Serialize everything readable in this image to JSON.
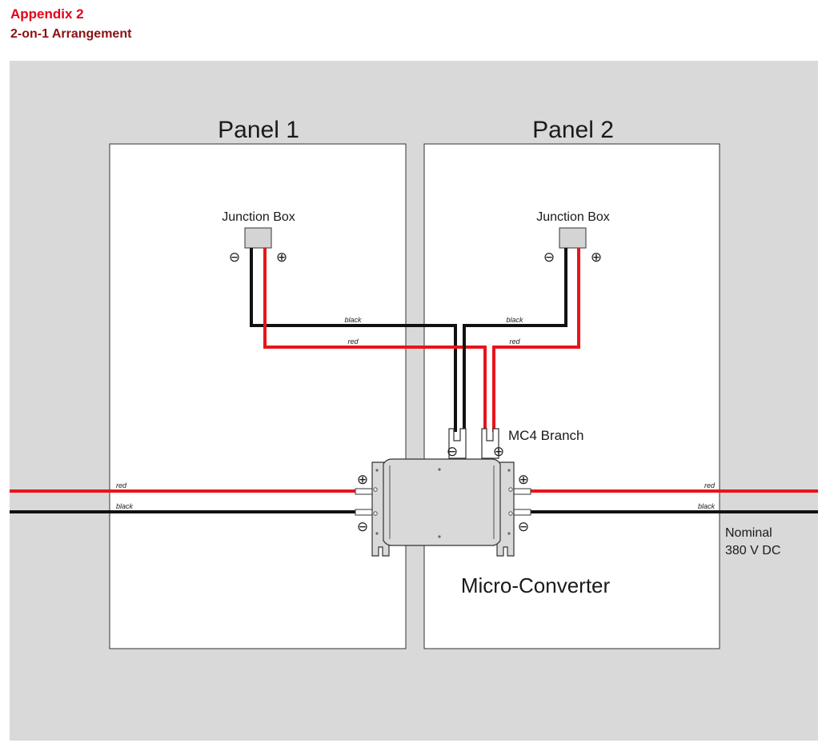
{
  "header": {
    "title": "Appendix 2",
    "subtitle": "2-on-1 Arrangement"
  },
  "panels": [
    {
      "label": "Panel 1",
      "junction_box_label": "Junction Box"
    },
    {
      "label": "Panel 2",
      "junction_box_label": "Junction Box"
    }
  ],
  "symbols": {
    "minus": "⊖",
    "plus": "⊕"
  },
  "wire_labels": {
    "red": "red",
    "black": "black"
  },
  "branch_label": "MC4 Branch",
  "converter_label": "Micro-Converter",
  "output": {
    "line1": "Nominal",
    "line2": "380 V DC"
  },
  "colors": {
    "header_title": "#e4001b",
    "header_subtitle": "#8a1111",
    "background": "#d9d9d9",
    "wire_red": "#e8141b",
    "wire_black": "#111111"
  }
}
